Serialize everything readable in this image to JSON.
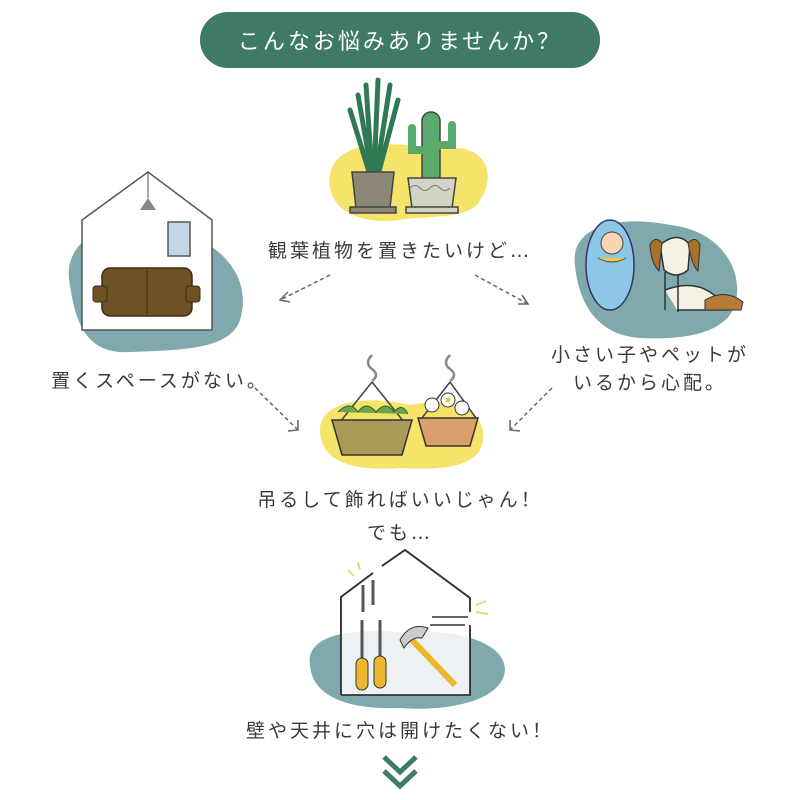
{
  "header": {
    "title": "こんなお悩みありませんか？"
  },
  "steps": {
    "plants": "観葉植物を置きたいけど…",
    "no_space": "置くスペースがない。",
    "kids_pets_line1": "小さい子やペットが",
    "kids_pets_line2": "いるから心配。",
    "hang_line1": "吊るして飾ればいいじゃん！",
    "hang_line2": "でも…",
    "no_holes": "壁や天井に穴は開けたくない！"
  },
  "colors": {
    "accent": "#3e7a64",
    "yellow": "#f6e46a",
    "teal": "#7fa9ac"
  }
}
